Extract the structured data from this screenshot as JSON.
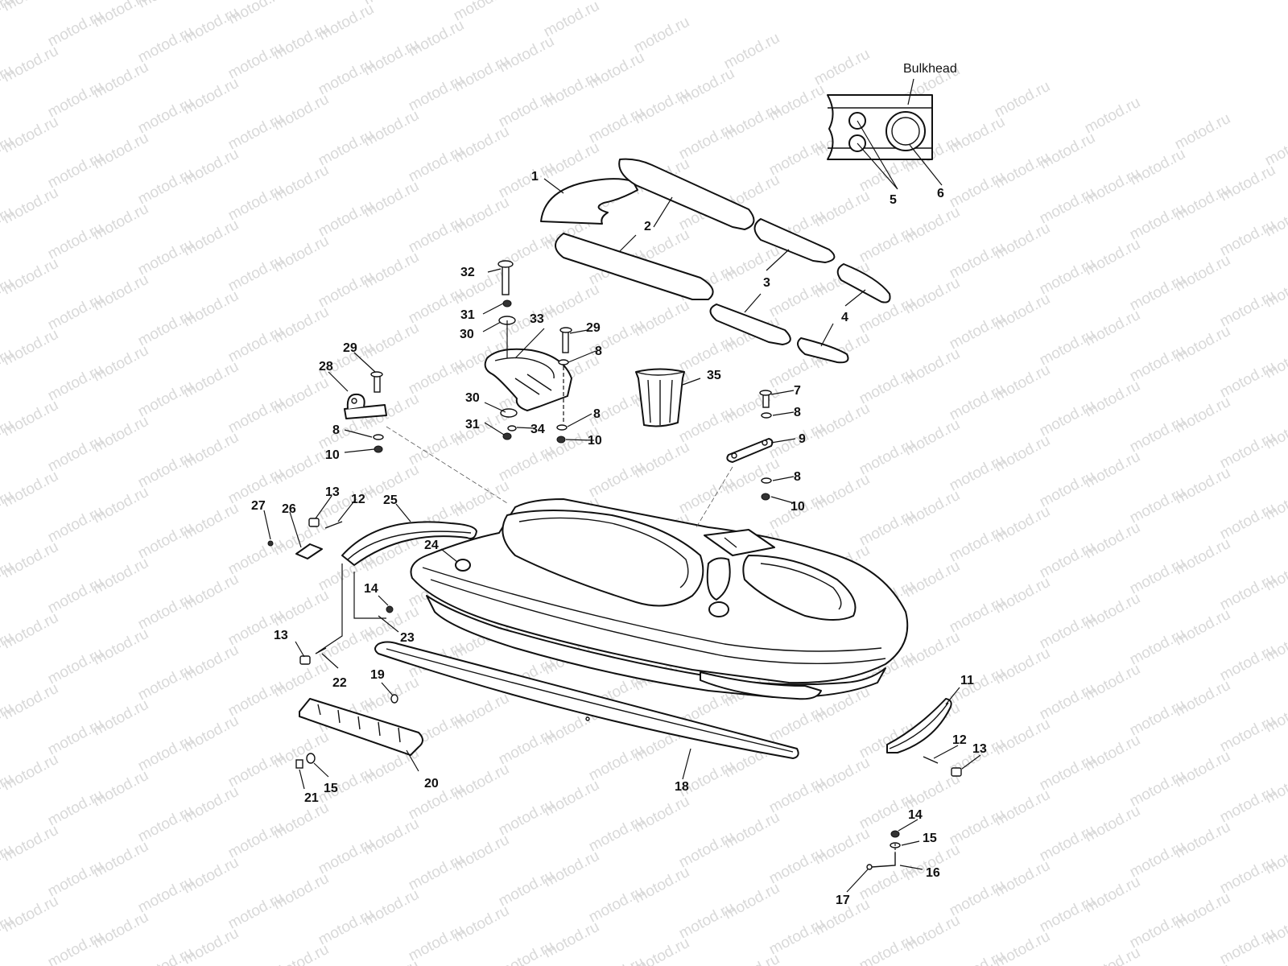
{
  "watermark": {
    "text": "motod.ru"
  },
  "inset": {
    "label": "Bulkhead"
  },
  "callouts": [
    {
      "id": "c1",
      "text": "1"
    },
    {
      "id": "c2",
      "text": "2"
    },
    {
      "id": "c3",
      "text": "3"
    },
    {
      "id": "c4",
      "text": "4"
    },
    {
      "id": "c5",
      "text": "5"
    },
    {
      "id": "c6",
      "text": "6"
    },
    {
      "id": "c7",
      "text": "7"
    },
    {
      "id": "c8a",
      "text": "8"
    },
    {
      "id": "c8b",
      "text": "8"
    },
    {
      "id": "c8c",
      "text": "8"
    },
    {
      "id": "c8d",
      "text": "8"
    },
    {
      "id": "c8e",
      "text": "8"
    },
    {
      "id": "c9",
      "text": "9"
    },
    {
      "id": "c10a",
      "text": "10"
    },
    {
      "id": "c10b",
      "text": "10"
    },
    {
      "id": "c10c",
      "text": "10"
    },
    {
      "id": "c11",
      "text": "11"
    },
    {
      "id": "c12a",
      "text": "12"
    },
    {
      "id": "c12b",
      "text": "12"
    },
    {
      "id": "c13a",
      "text": "13"
    },
    {
      "id": "c13b",
      "text": "13"
    },
    {
      "id": "c13c",
      "text": "13"
    },
    {
      "id": "c14a",
      "text": "14"
    },
    {
      "id": "c14b",
      "text": "14"
    },
    {
      "id": "c15a",
      "text": "15"
    },
    {
      "id": "c15b",
      "text": "15"
    },
    {
      "id": "c16",
      "text": "16"
    },
    {
      "id": "c17",
      "text": "17"
    },
    {
      "id": "c18",
      "text": "18"
    },
    {
      "id": "c19",
      "text": "19"
    },
    {
      "id": "c20",
      "text": "20"
    },
    {
      "id": "c21",
      "text": "21"
    },
    {
      "id": "c22",
      "text": "22"
    },
    {
      "id": "c23",
      "text": "23"
    },
    {
      "id": "c24",
      "text": "24"
    },
    {
      "id": "c25",
      "text": "25"
    },
    {
      "id": "c26",
      "text": "26"
    },
    {
      "id": "c27",
      "text": "27"
    },
    {
      "id": "c28",
      "text": "28"
    },
    {
      "id": "c29a",
      "text": "29"
    },
    {
      "id": "c29b",
      "text": "29"
    },
    {
      "id": "c30a",
      "text": "30"
    },
    {
      "id": "c30b",
      "text": "30"
    },
    {
      "id": "c31a",
      "text": "31"
    },
    {
      "id": "c31b",
      "text": "31"
    },
    {
      "id": "c32",
      "text": "32"
    },
    {
      "id": "c33",
      "text": "33"
    },
    {
      "id": "c34",
      "text": "34"
    },
    {
      "id": "c35",
      "text": "35"
    }
  ]
}
